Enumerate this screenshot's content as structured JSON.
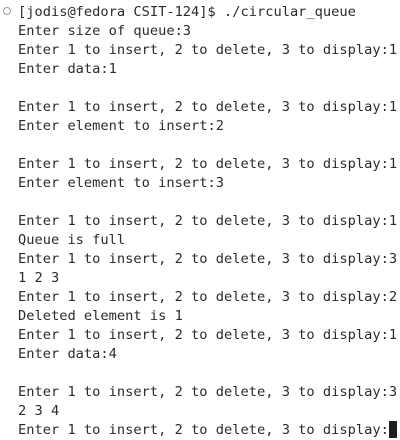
{
  "terminal": {
    "clipped_top_text": "",
    "lines": [
      "[jodis@fedora CSIT-124]$ ./circular_queue",
      "Enter size of queue:3",
      "Enter 1 to insert, 2 to delete, 3 to display:1",
      "Enter data:1",
      "",
      "Enter 1 to insert, 2 to delete, 3 to display:1",
      "Enter element to insert:2",
      "",
      "Enter 1 to insert, 2 to delete, 3 to display:1",
      "Enter element to insert:3",
      "",
      "Enter 1 to insert, 2 to delete, 3 to display:1",
      "Queue is full",
      "Enter 1 to insert, 2 to delete, 3 to display:3",
      "1 2 3",
      "Enter 1 to insert, 2 to delete, 3 to display:2",
      "Deleted element is 1",
      "Enter 1 to insert, 2 to delete, 3 to display:1",
      "Enter data:4",
      "",
      "Enter 1 to insert, 2 to delete, 3 to display:3",
      "2 3 4",
      "Enter 1 to insert, 2 to delete, 3 to display:"
    ],
    "prompt_marker_icon": "circle-outline-icon",
    "cursor_icon": "block-cursor-icon"
  }
}
